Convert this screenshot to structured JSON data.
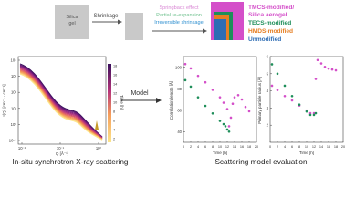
{
  "top": {
    "silica_gel_label": "Silica\ngel",
    "shrinkage_label": "Shrinkage",
    "effects": [
      {
        "label": "Springback effect",
        "color": "#d986d4"
      },
      {
        "label": "Partial re-expansion",
        "color": "#6cbf8c"
      },
      {
        "label": "Irreversible shrinkage",
        "color": "#2e8fd0"
      }
    ],
    "legend": [
      {
        "label": "TMCS-modified/",
        "color": "#d44fc9"
      },
      {
        "label": "Silica aerogel",
        "color": "#d44fc9"
      },
      {
        "label": "TECS-modified",
        "color": "#1e8e5a"
      },
      {
        "label": "HMDS-modified",
        "color": "#e67e22"
      },
      {
        "label": "Unmodified",
        "color": "#2e6db4"
      }
    ]
  },
  "saxs": {
    "ylabel": "I(Q) [cm⁻¹ · cm⁻¹]",
    "xlabel": "Q [Å⁻¹]",
    "colorbar_label": "Time [h]",
    "colorbar_ticks": [
      "18",
      "16",
      "14",
      "12",
      "10",
      "8",
      "6",
      "4",
      "2"
    ],
    "x_ticks": [
      "10⁻²",
      "10⁻¹",
      "10⁰"
    ],
    "y_ticks": [
      "10⁴",
      "10³",
      "10²",
      "10¹",
      "10⁰",
      "10⁻¹"
    ],
    "caption": "In-situ synchrotron X-ray scattering"
  },
  "model_arrow_label": "Model",
  "chart_data": [
    {
      "type": "scatter",
      "ylabel": "Correlation length [Å]",
      "xlabel": "Time [h]",
      "xlim": [
        0,
        20
      ],
      "ylim": [
        30,
        110
      ],
      "x_ticks": [
        "0",
        "2",
        "4",
        "6",
        "8",
        "10",
        "12",
        "14",
        "16",
        "18",
        "20"
      ],
      "y_ticks": [
        "100",
        "80",
        "60",
        "40"
      ],
      "series": [
        {
          "color": "#d44fc9",
          "x": [
            0.5,
            2,
            4,
            6,
            8,
            10,
            11,
            12,
            12.5,
            13,
            13.5,
            14,
            15,
            16,
            17,
            18
          ],
          "y": [
            103,
            99,
            92,
            86,
            79,
            72,
            67,
            61,
            45,
            53,
            66,
            72,
            74,
            70,
            63,
            59
          ]
        },
        {
          "color": "#1e8e5a",
          "x": [
            0.5,
            2,
            4,
            6,
            8,
            10,
            11,
            11.5,
            12,
            12.5
          ],
          "y": [
            88,
            82,
            72,
            64,
            57,
            50,
            47,
            45,
            42,
            40
          ]
        }
      ]
    },
    {
      "type": "scatter",
      "ylabel": "Primary particle radius [Å]",
      "xlabel": "Time [h]",
      "xlim": [
        0,
        20
      ],
      "ylim": [
        1,
        6
      ],
      "x_ticks": [
        "0",
        "2",
        "4",
        "6",
        "8",
        "10",
        "12",
        "14",
        "16",
        "18",
        "20"
      ],
      "y_ticks": [
        "6",
        "5",
        "4",
        "3",
        "2"
      ],
      "series": [
        {
          "color": "#d44fc9",
          "x": [
            0.5,
            2,
            4,
            6,
            8,
            10,
            11,
            12,
            12.5,
            13,
            14,
            15,
            16,
            17,
            18
          ],
          "y": [
            4.3,
            4.05,
            3.7,
            3.45,
            3.15,
            2.85,
            2.7,
            2.7,
            4.7,
            5.8,
            5.6,
            5.4,
            5.3,
            5.25,
            5.2
          ]
        },
        {
          "color": "#1e8e5a",
          "x": [
            0.5,
            2,
            4,
            6,
            8,
            10,
            11,
            12,
            12.5
          ],
          "y": [
            5.55,
            5.0,
            4.3,
            3.7,
            3.2,
            2.8,
            2.6,
            2.6,
            2.7
          ]
        }
      ]
    }
  ],
  "eval_caption": "Scattering model evaluation"
}
